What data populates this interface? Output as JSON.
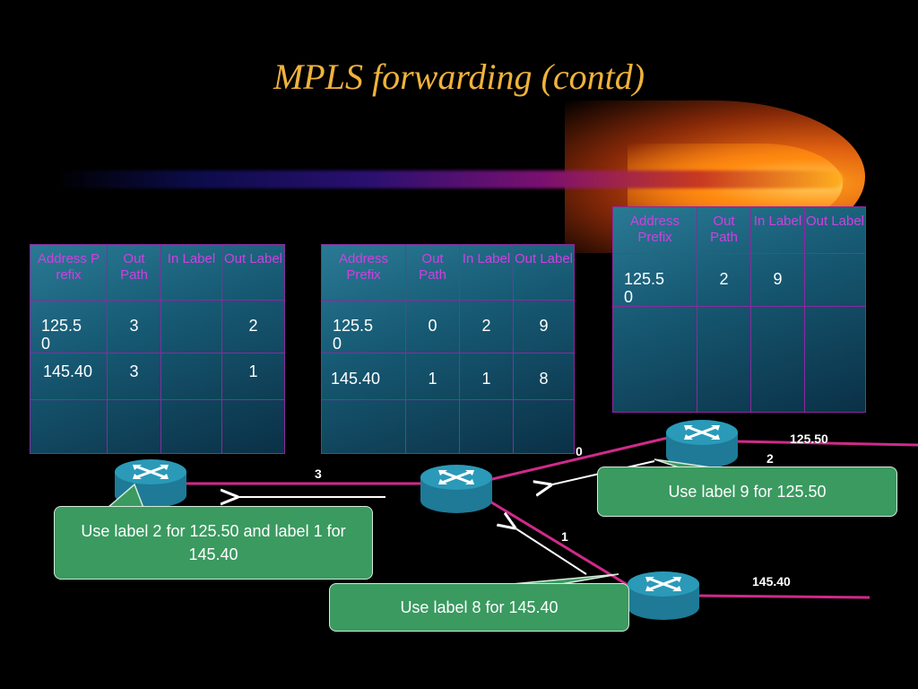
{
  "title": "MPLS forwarding (contd)",
  "tables": [
    {
      "headers": [
        "Address Prefix",
        "Out Path",
        "In Label",
        "Out Label"
      ],
      "rows": [
        [
          "125.50",
          "3",
          "",
          "2"
        ],
        [
          "145.40",
          "3",
          "",
          "1"
        ]
      ]
    },
    {
      "headers": [
        "Address Prefix",
        "Out Path",
        "In Label",
        "Out Label"
      ],
      "rows": [
        [
          "125.50",
          "0",
          "2",
          "9"
        ],
        [
          "145.40",
          "1",
          "1",
          "8"
        ]
      ]
    },
    {
      "headers": [
        "Address Prefix",
        "Out Path",
        "In Label",
        "Out Label"
      ],
      "rows": [
        [
          "125.50",
          "2",
          "9",
          ""
        ]
      ]
    }
  ],
  "links": {
    "left_port": "3",
    "top_port": "0",
    "bottom_port": "1",
    "right_top_port": "2",
    "right_top_prefix": "125.50",
    "right_bottom_prefix": "145.40"
  },
  "callouts": {
    "left": "Use label 2 for 125.50 and label 1 for 145.40",
    "bottom": "Use label 8 for 145.40",
    "right": "Use label 9 for 125.50"
  },
  "icons": {
    "router": "router-icon"
  },
  "colors": {
    "title": "#f0b23c",
    "header_text": "#d040e0",
    "link": "#d02a8a",
    "callout": "#3a9a60"
  }
}
